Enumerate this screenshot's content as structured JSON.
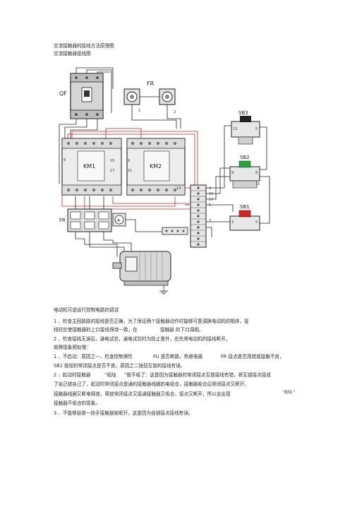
{
  "header": {
    "line1": "交流接触器的接线方法原理图",
    "line2": "交流接触器接线图"
  },
  "diagram": {
    "labels": {
      "qf": "QF",
      "fr_top": "FR",
      "fr_bottom": "FR",
      "km1": "KM1",
      "km2": "KM2",
      "sb1": "SB1",
      "sb2": "SB2",
      "sb3": "SB3",
      "ammeter": "A"
    }
  },
  "text": {
    "title": "电动机可逆运行控制电路的调试",
    "p1a": "1 、检查主回路路的接线是否正确，为了保证两个接触器动作时能够可靠调换电动机的相序，接",
    "p1b_pre": "线时应使接触器的上口接线保持一致，在",
    "p1b_post": "接触器 的下口调相。",
    "p2": "2 、检查接线无误后，通电试验，通电试验时为防止意外，应先将电动机的接线断开。",
    "p3": "故障现象预处理：",
    "p4_pre": "1 、不启动：原因之一，检查控制保险",
    "p4_fu": "FU 是否断路，热继电器",
    "p4_fr": "FR 接点是否用错或接触不良，",
    "p4b": "SB1 按钮的常闭接点是否不良。原因之二按扭互锁的接线有误。",
    "p5_pre": "2 、起动时接触器",
    "p5_q": "“吼哒",
    "p5_post": "”就不吸了：这是因为接触器的常闭接点互锁接线有错，将互锁接点接成",
    "p5b": "了自己锁自己了，起动时常闭接点是通的接触器线圈的电吸合，接触器吸合后常闭接点又断开，",
    "p5c": "接触器线圈又断电释放，释放常闭接点又接通接触器又吸合，接点又断开，所以会出现",
    "p5c_q": "“吼哒 ”",
    "p5d": "接触器不吸合的现象。",
    "p6": "3 、不能够自锁一抬手接触器就断开，这是因为自锁接点接线有误。"
  }
}
